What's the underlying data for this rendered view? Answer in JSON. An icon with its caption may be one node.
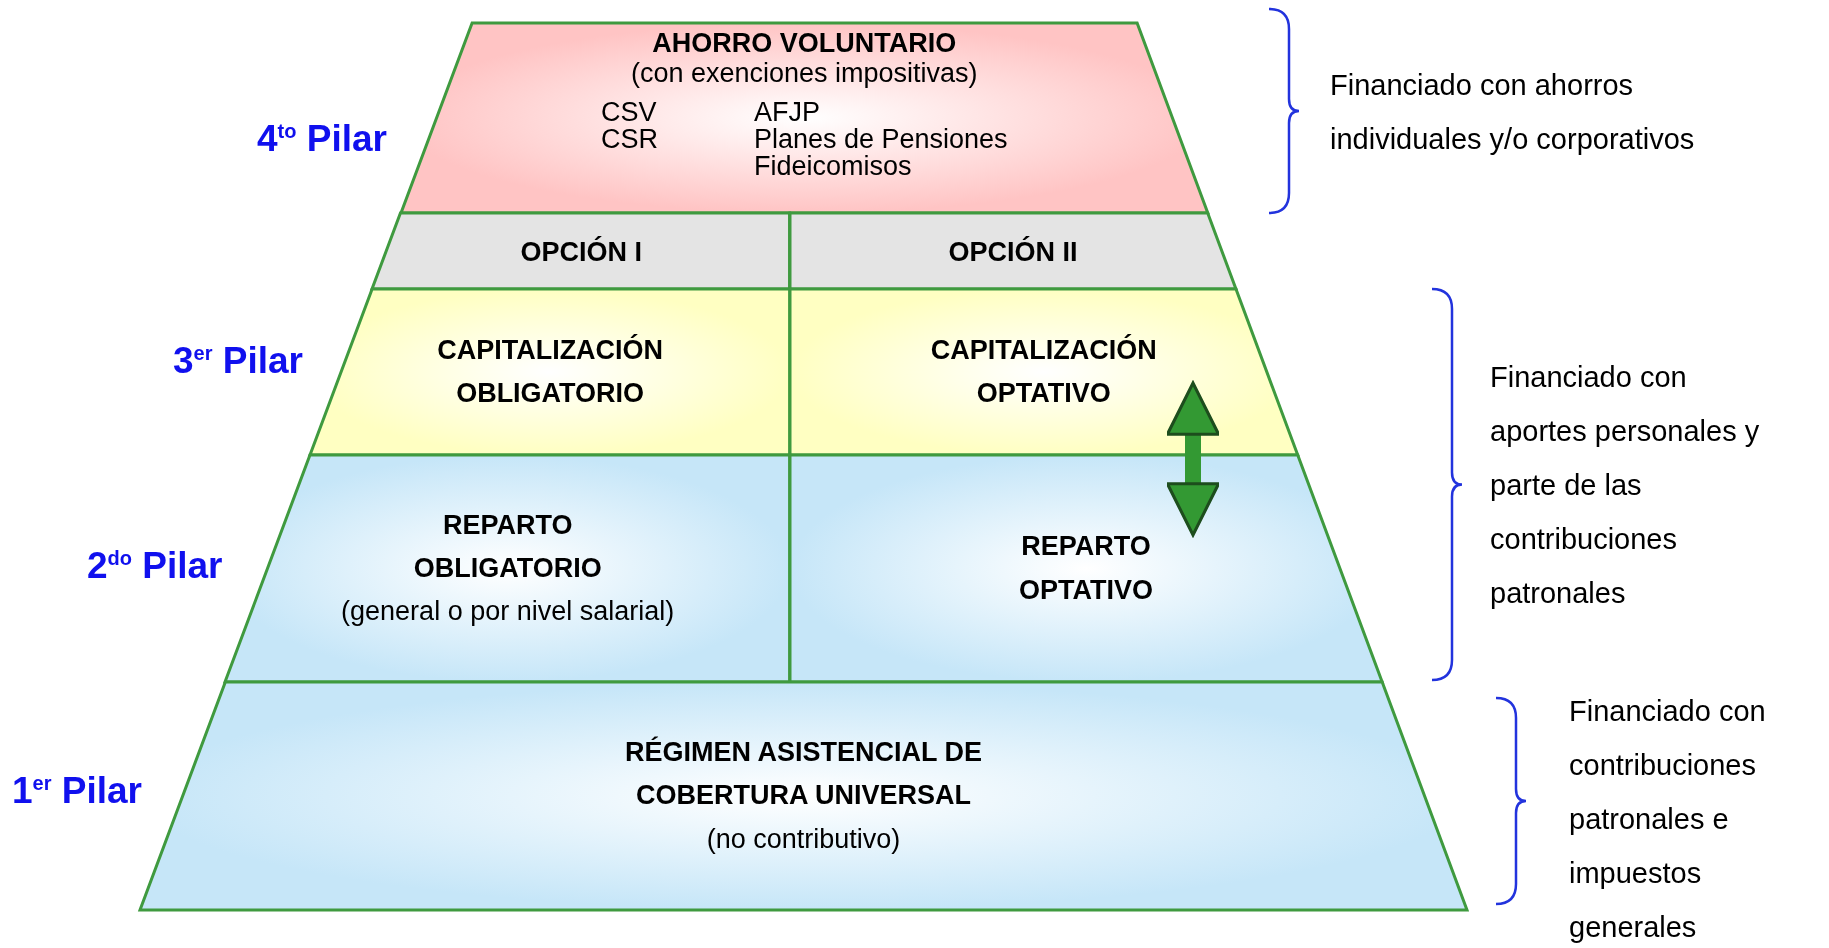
{
  "diagram": {
    "nodes": [
      {
        "text": [
          "AHORRO VOLUNTARIO",
          "(con exenciones impositivas)",
          "CSV",
          "CSR",
          "AFJP",
          "Planes de Pensiones",
          "Fideicomisos"
        ]
      },
      {
        "text": [
          "OPCIÓN I"
        ]
      },
      {
        "text": [
          "OPCIÓN II"
        ]
      },
      {
        "text": [
          "CAPITALIZACIÓN OBLIGATORIO"
        ]
      },
      {
        "text": [
          "CAPITALIZACIÓN OPTATIVO"
        ]
      },
      {
        "text": [
          "REPARTO OBLIGATORIO",
          "(general o por nivel salarial)"
        ]
      },
      {
        "text": [
          "REPARTO OPTATIVO"
        ]
      },
      {
        "text": [
          "RÉGIMEN ASISTENCIAL DE COBERTURA UNIVERSAL",
          "(no contributivo)"
        ]
      }
    ],
    "edges": [
      {
        "from": 4,
        "to": 6,
        "arrow": "both",
        "color": "#339933"
      }
    ],
    "labels": [
      "4$^{to}$ Pilar",
      "Financiado con ahorros individuales y/o corporativos",
      "3$^{er}$ Pilar",
      "Financiado con aportes personales y parte de las contribuciones patronales",
      "2$^{do}$ Pilar",
      "1$^{er}$ Pilar",
      "Financiado con contribuciones patronales e impuestos generales"
    ]
  }
}
